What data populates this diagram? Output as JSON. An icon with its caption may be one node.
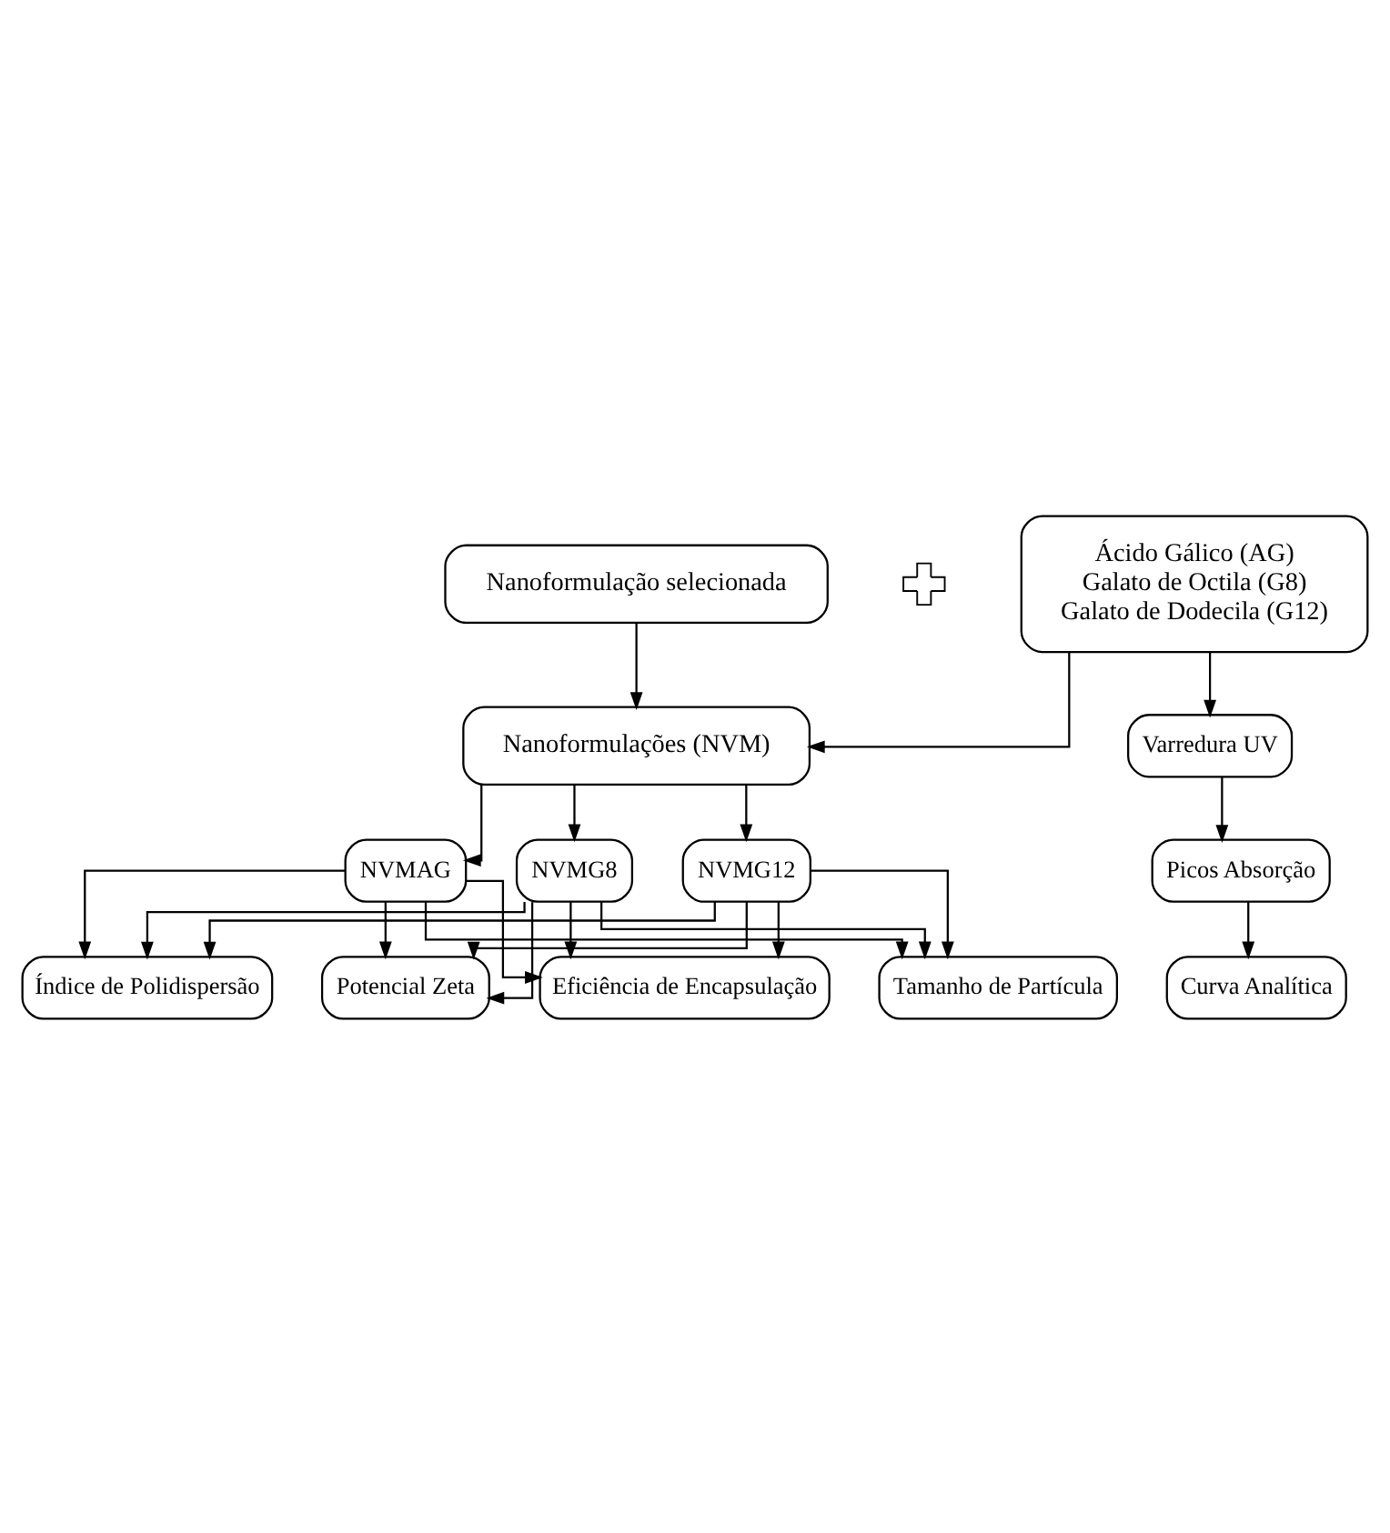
{
  "diagram": {
    "nodes": [
      {
        "text": [
          "Nanoformulação selecionada"
        ]
      },
      {
        "text": [],
        "shape": "cross"
      },
      {
        "text": [
          "Ácido Gálico (AG)",
          "Galato de Octila (G8)",
          "Galato de Dodecila (G12)"
        ]
      },
      {
        "text": [
          "Nanoformulações (NVM)"
        ]
      },
      {
        "text": [
          "Varredura UV"
        ]
      },
      {
        "text": [
          "Picos Absorção"
        ]
      },
      {
        "text": [
          "Curva Analítica"
        ]
      },
      {
        "text": [
          "NVMAG"
        ]
      },
      {
        "text": [
          "NVMG8"
        ]
      },
      {
        "text": [
          "NVMG12"
        ]
      },
      {
        "text": [
          "Tamanho de Partícula"
        ]
      },
      {
        "text": [
          "Índice de Polidispersão"
        ]
      },
      {
        "text": [
          "Potencial Zeta"
        ]
      },
      {
        "text": [
          "Eficiência de Encapsulação"
        ]
      }
    ],
    "edges": [
      {
        "from": 0,
        "to": 3,
        "arrow": "to"
      },
      {
        "from": 2,
        "to": 3,
        "arrow": "to"
      },
      {
        "from": 2,
        "to": 4,
        "arrow": "to"
      },
      {
        "from": 4,
        "to": 5,
        "arrow": "to"
      },
      {
        "from": 5,
        "to": 6,
        "arrow": "to"
      },
      {
        "from": 3,
        "to": 7,
        "arrow": "to"
      },
      {
        "from": 3,
        "to": 8,
        "arrow": "to"
      },
      {
        "from": 3,
        "to": 9,
        "arrow": "to"
      },
      {
        "from": 7,
        "to": 10,
        "arrow": "to"
      },
      {
        "from": 7,
        "to": 11,
        "arrow": "to"
      },
      {
        "from": 7,
        "to": 12,
        "arrow": "to"
      },
      {
        "from": 7,
        "to": 13,
        "arrow": "to"
      },
      {
        "from": 8,
        "to": 10,
        "arrow": "to"
      },
      {
        "from": 8,
        "to": 11,
        "arrow": "to"
      },
      {
        "from": 8,
        "to": 12,
        "arrow": "to"
      },
      {
        "from": 8,
        "to": 13,
        "arrow": "to"
      },
      {
        "from": 9,
        "to": 10,
        "arrow": "to"
      },
      {
        "from": 9,
        "to": 11,
        "arrow": "to"
      },
      {
        "from": 9,
        "to": 12,
        "arrow": "to"
      },
      {
        "from": 9,
        "to": 13,
        "arrow": "to"
      }
    ]
  }
}
